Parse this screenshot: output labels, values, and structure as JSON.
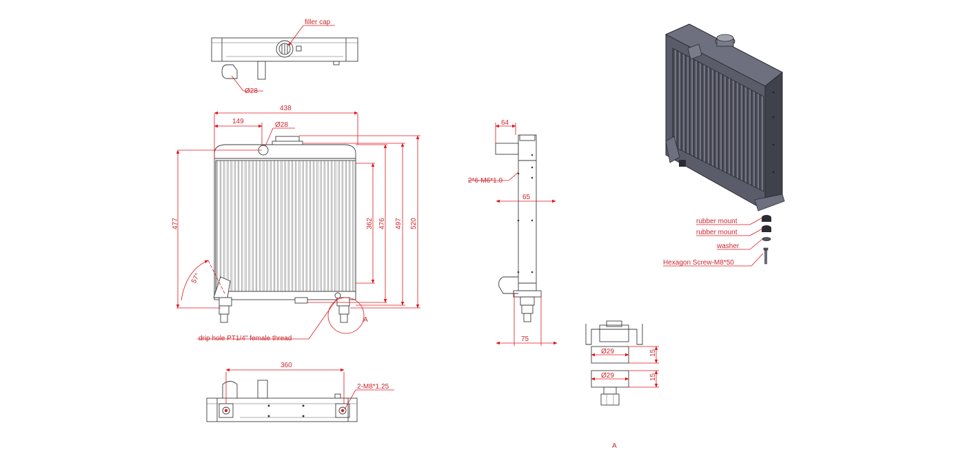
{
  "labels": {
    "filler_cap": "filler cap",
    "top_pipe_dia": "Ø28",
    "width_438": "438",
    "offset_149": "149",
    "inlet_dia": "Ø28",
    "height_477": "477",
    "height_362": "362",
    "height_476": "476",
    "height_497": "497",
    "height_520": "520",
    "angle_57": "57°",
    "drip_hole": "drip hole PT1/4\" female thread",
    "detail_ref": "A",
    "bottom_360": "360",
    "bolt_thread": "2-M8*1.25",
    "side_64": "64",
    "side_holes": "2*6-M6*1.0",
    "side_65": "65",
    "side_75": "75",
    "mount_dia_1": "Ø29",
    "mount_dia_2": "Ø29",
    "mount_h_1": "15",
    "mount_h_2": "15",
    "detail_caption": "A",
    "rubber_mount_1": "rubber mount",
    "rubber_mount_2": "rubber mount",
    "washer": "washer",
    "hex_screw": "Hexagon Screw-M8*50"
  },
  "colors": {
    "dimension": "#e0141b",
    "outline": "#3a3a3a",
    "body_3d": "#4a4a55"
  }
}
